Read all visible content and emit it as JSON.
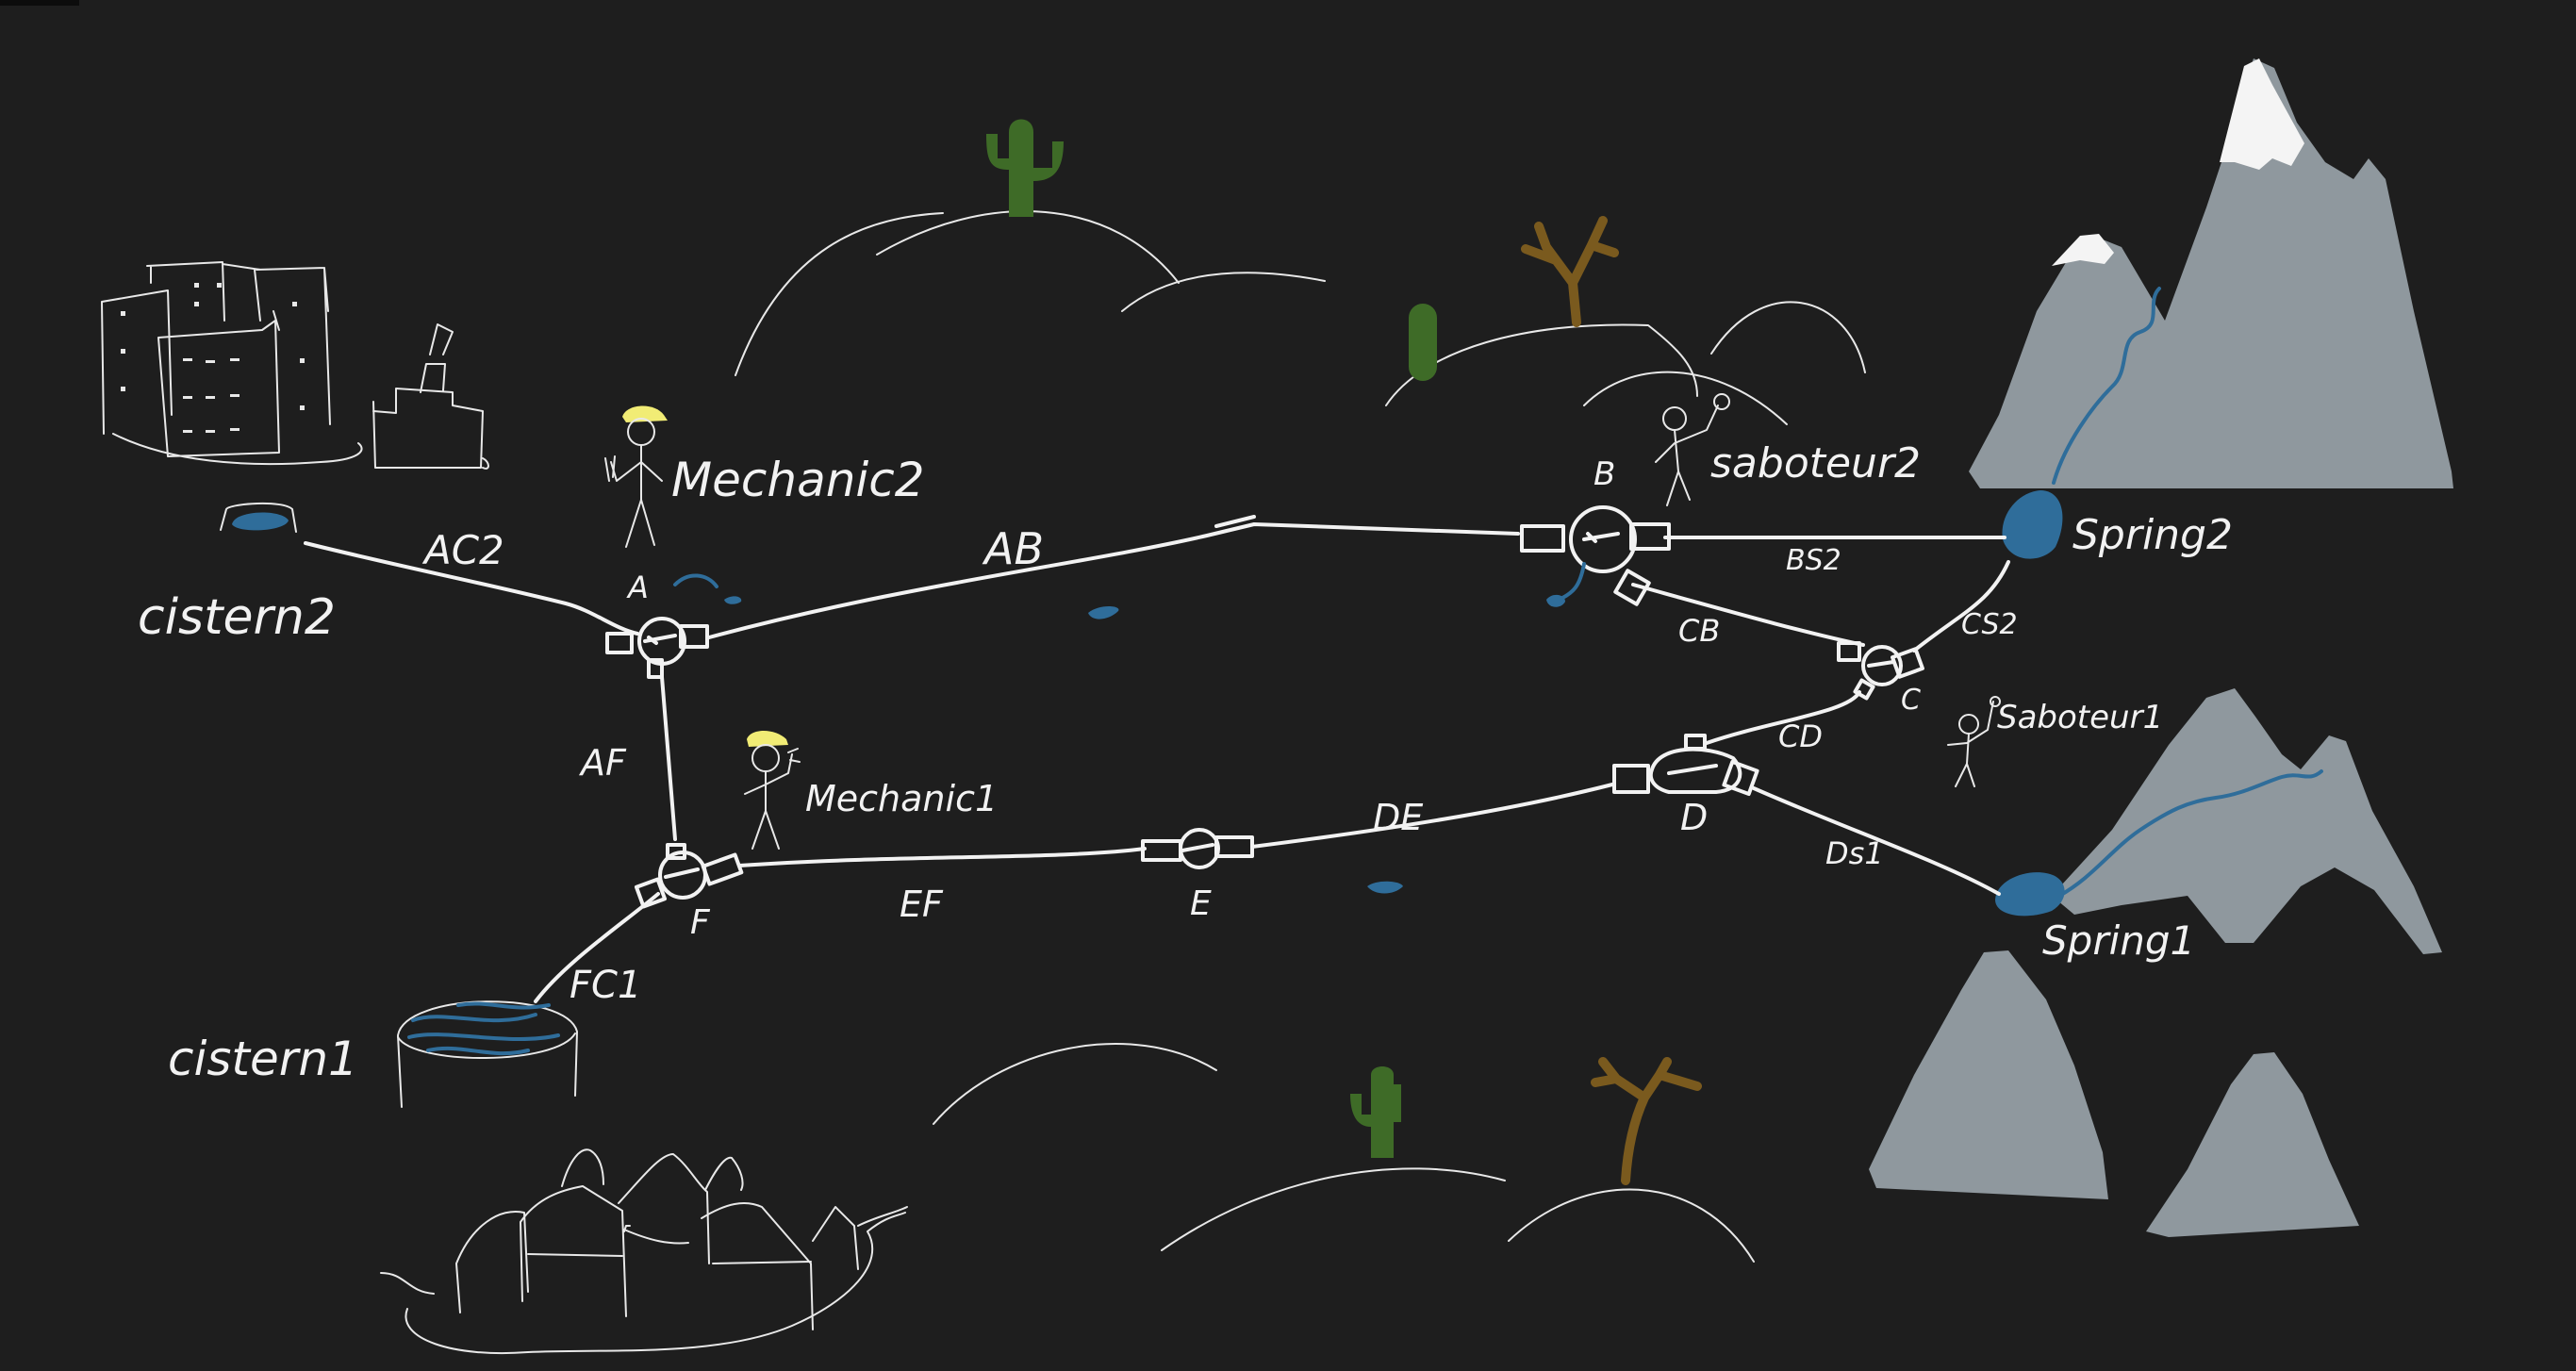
{
  "nodes": {
    "A": "A",
    "B": "B",
    "C": "C",
    "D": "D",
    "E": "E",
    "F": "F"
  },
  "pipes": {
    "AB": "AB",
    "AC2": "AC2",
    "AF": "AF",
    "FC1": "FC1",
    "EF": "EF",
    "DE": "DE",
    "CB": "CB",
    "CD": "CD",
    "CS2": "CS2",
    "BS2": "BS2",
    "DS1": "Ds1"
  },
  "places": {
    "cistern1": "cistern1",
    "cistern2": "cistern2",
    "spring1": "Spring1",
    "spring2": "Spring2"
  },
  "characters": {
    "mechanic1": "Mechanic1",
    "mechanic2": "Mechanic2",
    "saboteur1": "Saboteur1",
    "saboteur2": "saboteur2"
  },
  "colors": {
    "background": "#1e1e1e",
    "chalk": "#f2f2f2",
    "water": "#2f6d9a",
    "mountain": "#8f989e",
    "cactus": "#3e6b27",
    "tree": "#7a5a1e",
    "helmet": "#f1ec75"
  }
}
